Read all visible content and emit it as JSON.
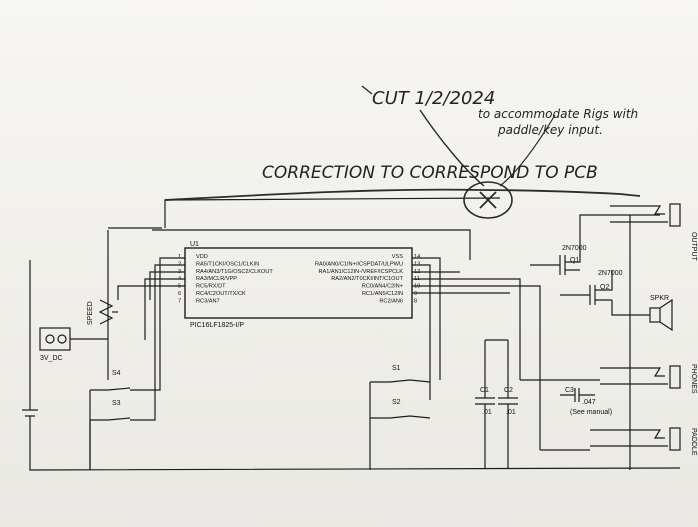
{
  "annotations": {
    "cut": "CUT 1/2/2024",
    "cut_note_1": "to accommodate Rigs with",
    "cut_note_2": "paddle/key input.",
    "correction": "CORRECTION TO CORRESPOND TO PCB"
  },
  "ic": {
    "ref": "U1",
    "part": "PIC16LF1825-I/P",
    "left_pins": [
      "VDD",
      "RA5/T1CKI/OSC1/CLKIN",
      "RA4/AN3/T1G/OSC2/CLKOUT",
      "RA3/MCLR/VPP",
      "RC5/RX/DT",
      "RC4/C2OUT/TX/CK",
      "RC3/AN7"
    ],
    "right_pins": [
      "VSS",
      "RA0/AN0/C1IN+/ICSPDAT/ULPWU",
      "RA1/AN1/C12IN-/VREF/ICSPCLK",
      "RA2/AN2/T0CKI/INT/C1OUT",
      "RC0/AN4/C2IN+",
      "RC1/AN5/C12IN",
      "RC2/AN6"
    ],
    "left_pin_numbers": [
      "1",
      "2",
      "3",
      "4",
      "5",
      "6",
      "7"
    ],
    "right_pin_numbers": [
      "14",
      "13",
      "12",
      "11",
      "10",
      "9",
      "8"
    ]
  },
  "components": {
    "speed": "SPEED",
    "power": "3V_DC",
    "s1": "S1",
    "s2": "S2",
    "s3": "S3",
    "s4": "S4",
    "c1": "C1",
    "c1_value": ".01",
    "c2": "C2",
    "c2_value": ".01",
    "c3": "C3",
    "c3_value": ".047",
    "c3_note": "(See manual)",
    "q1": "Q1",
    "q1_part": "2N7000",
    "q2": "Q2",
    "q2_part": "2N7000",
    "spkr": "SPKR",
    "output": "OUTPUT",
    "phones": "PHONES",
    "paddle": "PADDLE"
  }
}
